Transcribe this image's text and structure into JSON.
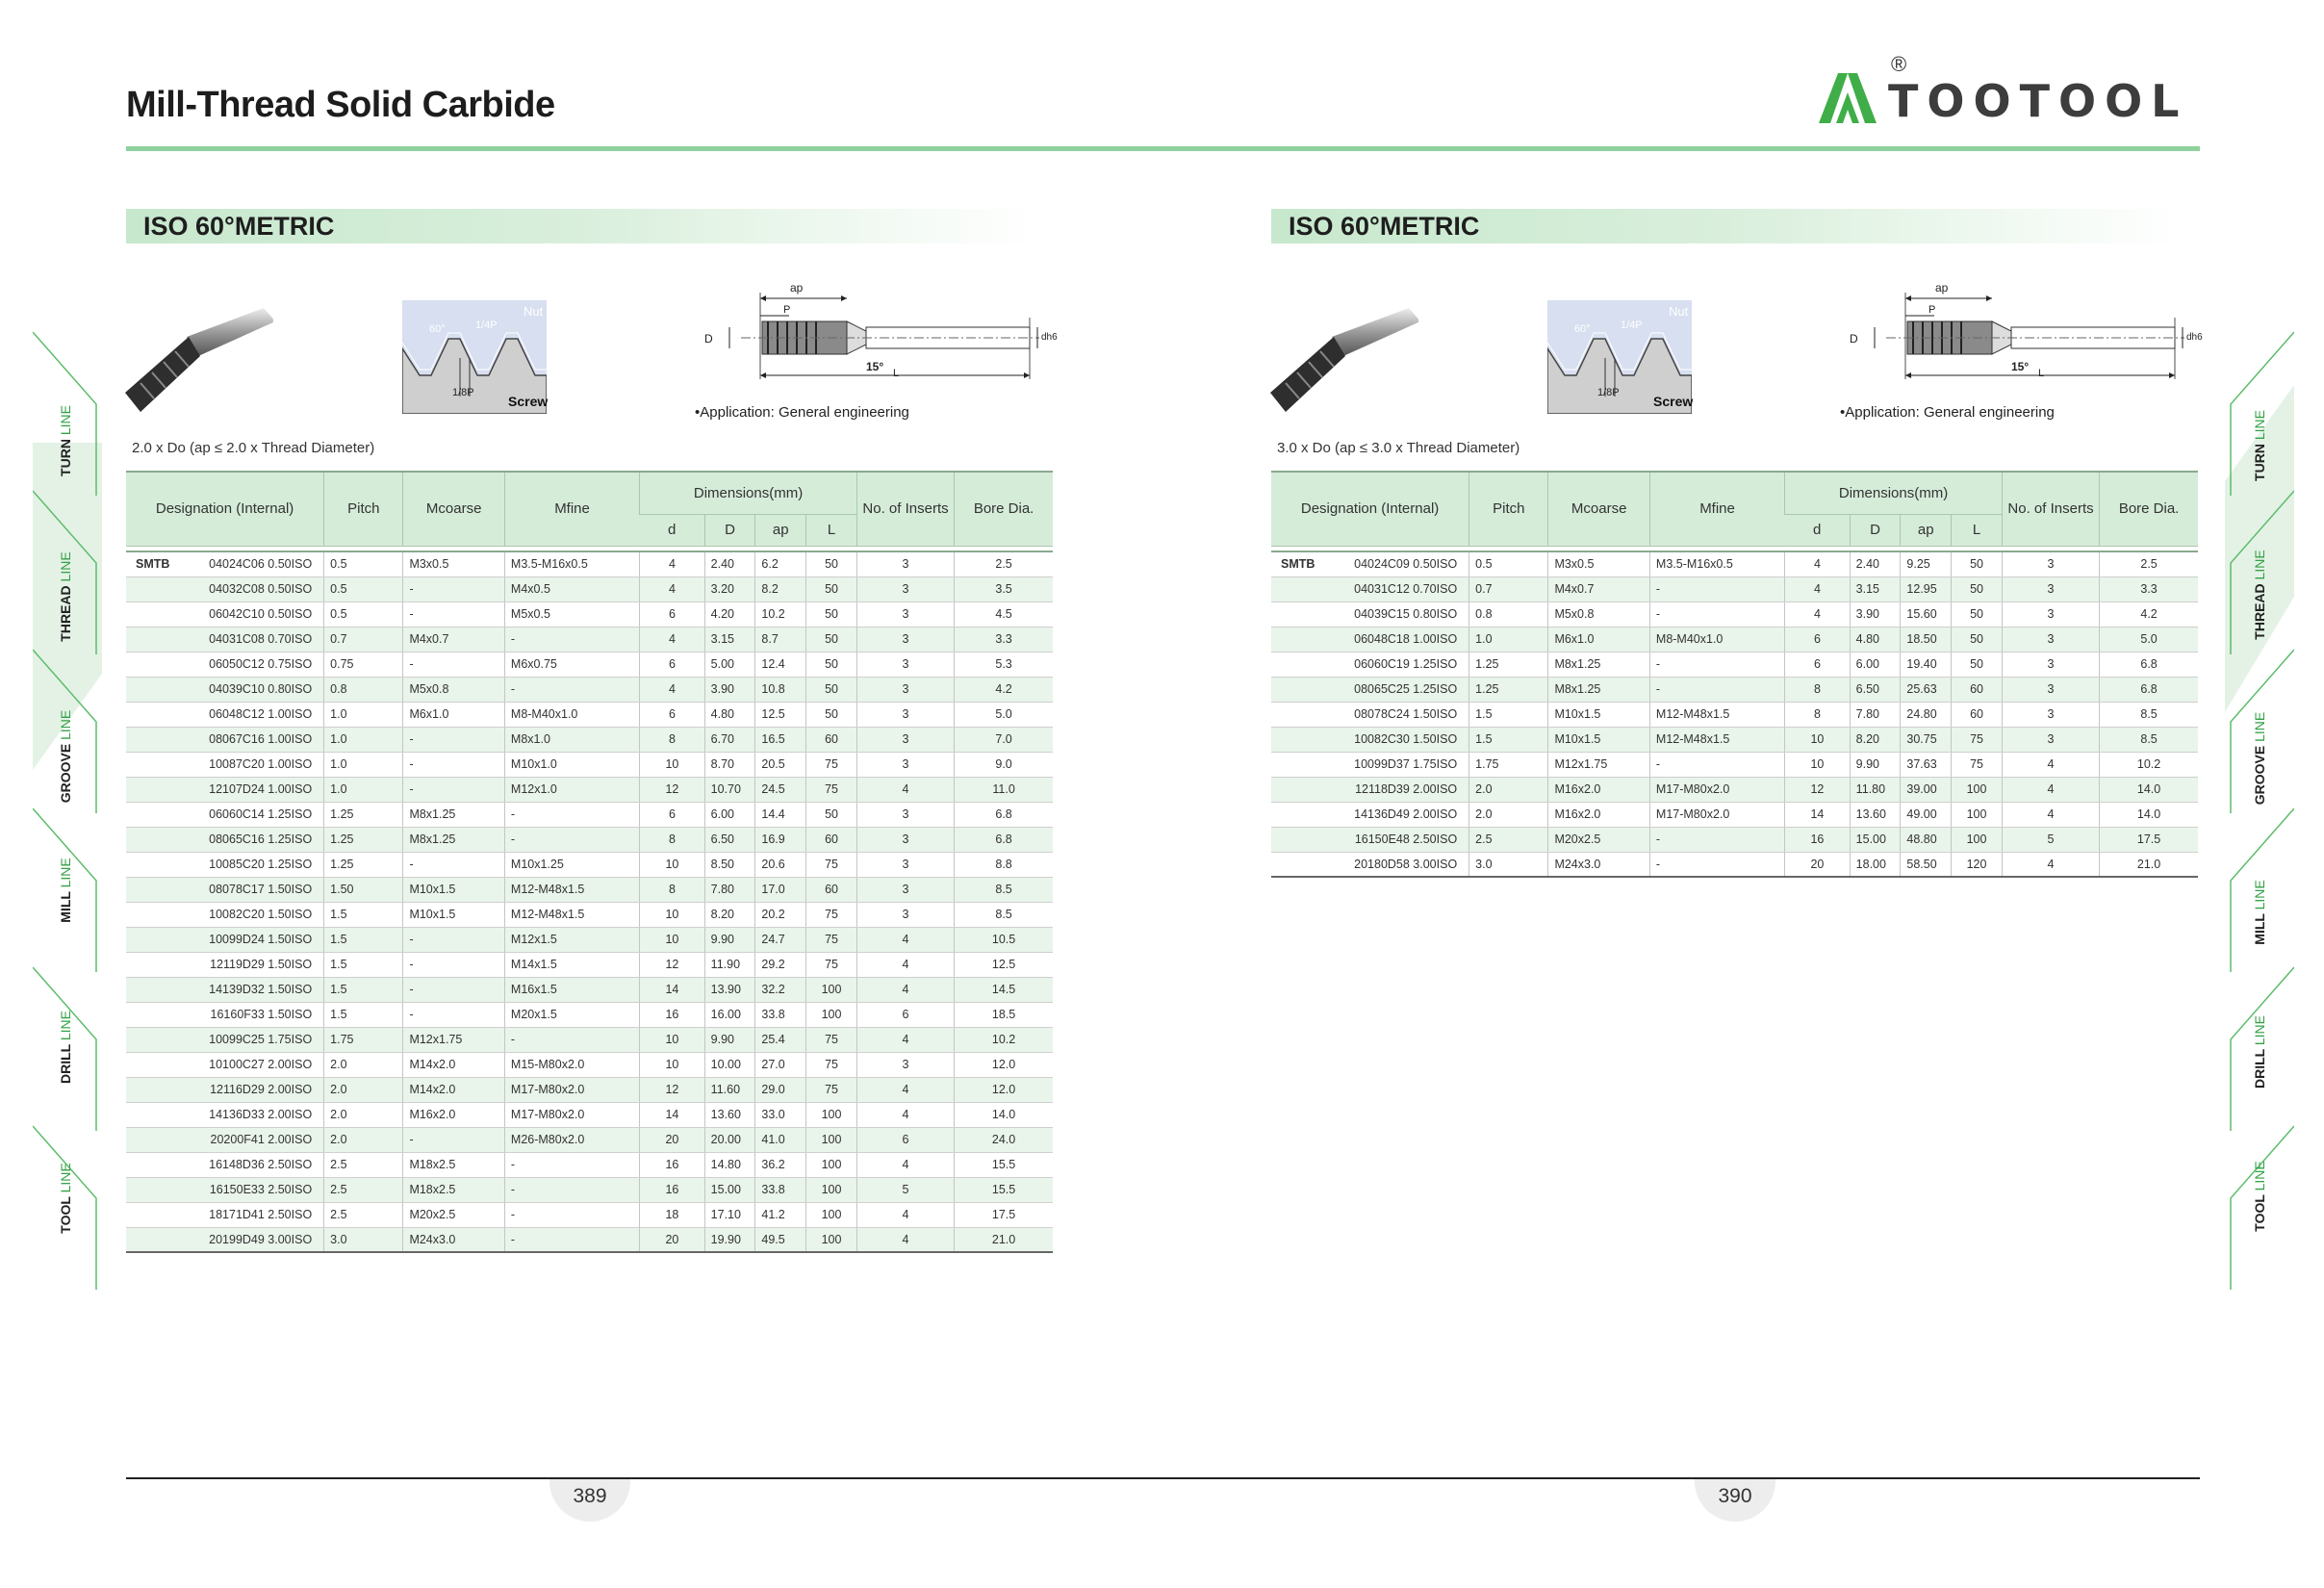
{
  "header": {
    "title": "Mill-Thread Solid Carbide",
    "brand": "TOOTOOL",
    "registered": "®"
  },
  "colors": {
    "accent": "#3fae49",
    "header_bg": "#d5ecd9",
    "row_alt": "#e9f4ea",
    "rule": "#8fd19c"
  },
  "side_tabs": [
    {
      "name": "TURN",
      "suffix": "LINE"
    },
    {
      "name": "THREAD",
      "suffix": "LINE"
    },
    {
      "name": "GROOVE",
      "suffix": "LINE"
    },
    {
      "name": "MILL",
      "suffix": "LINE"
    },
    {
      "name": "DRILL",
      "suffix": "LINE"
    },
    {
      "name": "TOOL",
      "suffix": "LINE"
    }
  ],
  "figure_labels": {
    "nut": "Nut",
    "screw": "Screw",
    "angle": "60°",
    "quarter": "1/4P",
    "eighth": "1/8P",
    "ap": "ap",
    "p": "P",
    "d_big": "D",
    "dh6": "dh6",
    "l": "L",
    "angle15": "15°"
  },
  "columns": {
    "designation": "Designation (Internal)",
    "pitch": "Pitch",
    "mcoarse": "Mcoarse",
    "mfine": "Mfine",
    "dimensions": "Dimensions(mm)",
    "d": "d",
    "D": "D",
    "ap": "ap",
    "L": "L",
    "inserts": "No. of Inserts",
    "bore": "Bore Dia."
  },
  "prefix": "SMTB",
  "left": {
    "section": "ISO 60°METRIC",
    "application": "•Application: General engineering",
    "note": "2.0 x Do (ap ≤ 2.0 x Thread Diameter)",
    "page": "389",
    "rows": [
      [
        "04024C06 0.50ISO",
        "0.5",
        "M3x0.5",
        "M3.5-M16x0.5",
        "4",
        "2.40",
        "6.2",
        "50",
        "3",
        "2.5"
      ],
      [
        "04032C08 0.50ISO",
        "0.5",
        "-",
        "M4x0.5",
        "4",
        "3.20",
        "8.2",
        "50",
        "3",
        "3.5"
      ],
      [
        "06042C10 0.50ISO",
        "0.5",
        "-",
        "M5x0.5",
        "6",
        "4.20",
        "10.2",
        "50",
        "3",
        "4.5"
      ],
      [
        "04031C08 0.70ISO",
        "0.7",
        "M4x0.7",
        "-",
        "4",
        "3.15",
        "8.7",
        "50",
        "3",
        "3.3"
      ],
      [
        "06050C12 0.75ISO",
        "0.75",
        "-",
        "M6x0.75",
        "6",
        "5.00",
        "12.4",
        "50",
        "3",
        "5.3"
      ],
      [
        "04039C10 0.80ISO",
        "0.8",
        "M5x0.8",
        "-",
        "4",
        "3.90",
        "10.8",
        "50",
        "3",
        "4.2"
      ],
      [
        "06048C12 1.00ISO",
        "1.0",
        "M6x1.0",
        "M8-M40x1.0",
        "6",
        "4.80",
        "12.5",
        "50",
        "3",
        "5.0"
      ],
      [
        "08067C16 1.00ISO",
        "1.0",
        "-",
        "M8x1.0",
        "8",
        "6.70",
        "16.5",
        "60",
        "3",
        "7.0"
      ],
      [
        "10087C20 1.00ISO",
        "1.0",
        "-",
        "M10x1.0",
        "10",
        "8.70",
        "20.5",
        "75",
        "3",
        "9.0"
      ],
      [
        "12107D24 1.00ISO",
        "1.0",
        "-",
        "M12x1.0",
        "12",
        "10.70",
        "24.5",
        "75",
        "4",
        "11.0"
      ],
      [
        "06060C14 1.25ISO",
        "1.25",
        "M8x1.25",
        "-",
        "6",
        "6.00",
        "14.4",
        "50",
        "3",
        "6.8"
      ],
      [
        "08065C16 1.25ISO",
        "1.25",
        "M8x1.25",
        "-",
        "8",
        "6.50",
        "16.9",
        "60",
        "3",
        "6.8"
      ],
      [
        "10085C20 1.25ISO",
        "1.25",
        "-",
        "M10x1.25",
        "10",
        "8.50",
        "20.6",
        "75",
        "3",
        "8.8"
      ],
      [
        "08078C17 1.50ISO",
        "1.50",
        "M10x1.5",
        "M12-M48x1.5",
        "8",
        "7.80",
        "17.0",
        "60",
        "3",
        "8.5"
      ],
      [
        "10082C20 1.50ISO",
        "1.5",
        "M10x1.5",
        "M12-M48x1.5",
        "10",
        "8.20",
        "20.2",
        "75",
        "3",
        "8.5"
      ],
      [
        "10099D24 1.50ISO",
        "1.5",
        "-",
        "M12x1.5",
        "10",
        "9.90",
        "24.7",
        "75",
        "4",
        "10.5"
      ],
      [
        "12119D29 1.50ISO",
        "1.5",
        "-",
        "M14x1.5",
        "12",
        "11.90",
        "29.2",
        "75",
        "4",
        "12.5"
      ],
      [
        "14139D32 1.50ISO",
        "1.5",
        "-",
        "M16x1.5",
        "14",
        "13.90",
        "32.2",
        "100",
        "4",
        "14.5"
      ],
      [
        "16160F33 1.50ISO",
        "1.5",
        "-",
        "M20x1.5",
        "16",
        "16.00",
        "33.8",
        "100",
        "6",
        "18.5"
      ],
      [
        "10099C25 1.75ISO",
        "1.75",
        "M12x1.75",
        "-",
        "10",
        "9.90",
        "25.4",
        "75",
        "4",
        "10.2"
      ],
      [
        "10100C27 2.00ISO",
        "2.0",
        "M14x2.0",
        "M15-M80x2.0",
        "10",
        "10.00",
        "27.0",
        "75",
        "3",
        "12.0"
      ],
      [
        "12116D29 2.00ISO",
        "2.0",
        "M14x2.0",
        "M17-M80x2.0",
        "12",
        "11.60",
        "29.0",
        "75",
        "4",
        "12.0"
      ],
      [
        "14136D33 2.00ISO",
        "2.0",
        "M16x2.0",
        "M17-M80x2.0",
        "14",
        "13.60",
        "33.0",
        "100",
        "4",
        "14.0"
      ],
      [
        "20200F41 2.00ISO",
        "2.0",
        "-",
        "M26-M80x2.0",
        "20",
        "20.00",
        "41.0",
        "100",
        "6",
        "24.0"
      ],
      [
        "16148D36 2.50ISO",
        "2.5",
        "M18x2.5",
        "-",
        "16",
        "14.80",
        "36.2",
        "100",
        "4",
        "15.5"
      ],
      [
        "16150E33 2.50ISO",
        "2.5",
        "M18x2.5",
        "-",
        "16",
        "15.00",
        "33.8",
        "100",
        "5",
        "15.5"
      ],
      [
        "18171D41 2.50ISO",
        "2.5",
        "M20x2.5",
        "-",
        "18",
        "17.10",
        "41.2",
        "100",
        "4",
        "17.5"
      ],
      [
        "20199D49 3.00ISO",
        "3.0",
        "M24x3.0",
        "-",
        "20",
        "19.90",
        "49.5",
        "100",
        "4",
        "21.0"
      ]
    ]
  },
  "right": {
    "section": "ISO 60°METRIC",
    "application": "•Application: General engineering",
    "note": "3.0 x Do (ap ≤ 3.0 x Thread Diameter)",
    "page": "390",
    "rows": [
      [
        "04024C09 0.50ISO",
        "0.5",
        "M3x0.5",
        "M3.5-M16x0.5",
        "4",
        "2.40",
        "9.25",
        "50",
        "3",
        "2.5"
      ],
      [
        "04031C12 0.70ISO",
        "0.7",
        "M4x0.7",
        "-",
        "4",
        "3.15",
        "12.95",
        "50",
        "3",
        "3.3"
      ],
      [
        "04039C15 0.80ISO",
        "0.8",
        "M5x0.8",
        "-",
        "4",
        "3.90",
        "15.60",
        "50",
        "3",
        "4.2"
      ],
      [
        "06048C18 1.00ISO",
        "1.0",
        "M6x1.0",
        "M8-M40x1.0",
        "6",
        "4.80",
        "18.50",
        "50",
        "3",
        "5.0"
      ],
      [
        "06060C19 1.25ISO",
        "1.25",
        "M8x1.25",
        "-",
        "6",
        "6.00",
        "19.40",
        "50",
        "3",
        "6.8"
      ],
      [
        "08065C25 1.25ISO",
        "1.25",
        "M8x1.25",
        "-",
        "8",
        "6.50",
        "25.63",
        "60",
        "3",
        "6.8"
      ],
      [
        "08078C24 1.50ISO",
        "1.5",
        "M10x1.5",
        "M12-M48x1.5",
        "8",
        "7.80",
        "24.80",
        "60",
        "3",
        "8.5"
      ],
      [
        "10082C30 1.50ISO",
        "1.5",
        "M10x1.5",
        "M12-M48x1.5",
        "10",
        "8.20",
        "30.75",
        "75",
        "3",
        "8.5"
      ],
      [
        "10099D37 1.75ISO",
        "1.75",
        "M12x1.75",
        "-",
        "10",
        "9.90",
        "37.63",
        "75",
        "4",
        "10.2"
      ],
      [
        "12118D39 2.00ISO",
        "2.0",
        "M16x2.0",
        "M17-M80x2.0",
        "12",
        "11.80",
        "39.00",
        "100",
        "4",
        "14.0"
      ],
      [
        "14136D49 2.00ISO",
        "2.0",
        "M16x2.0",
        "M17-M80x2.0",
        "14",
        "13.60",
        "49.00",
        "100",
        "4",
        "14.0"
      ],
      [
        "16150E48 2.50ISO",
        "2.5",
        "M20x2.5",
        "-",
        "16",
        "15.00",
        "48.80",
        "100",
        "5",
        "17.5"
      ],
      [
        "20180D58 3.00ISO",
        "3.0",
        "M24x3.0",
        "-",
        "20",
        "18.00",
        "58.50",
        "120",
        "4",
        "21.0"
      ]
    ]
  }
}
